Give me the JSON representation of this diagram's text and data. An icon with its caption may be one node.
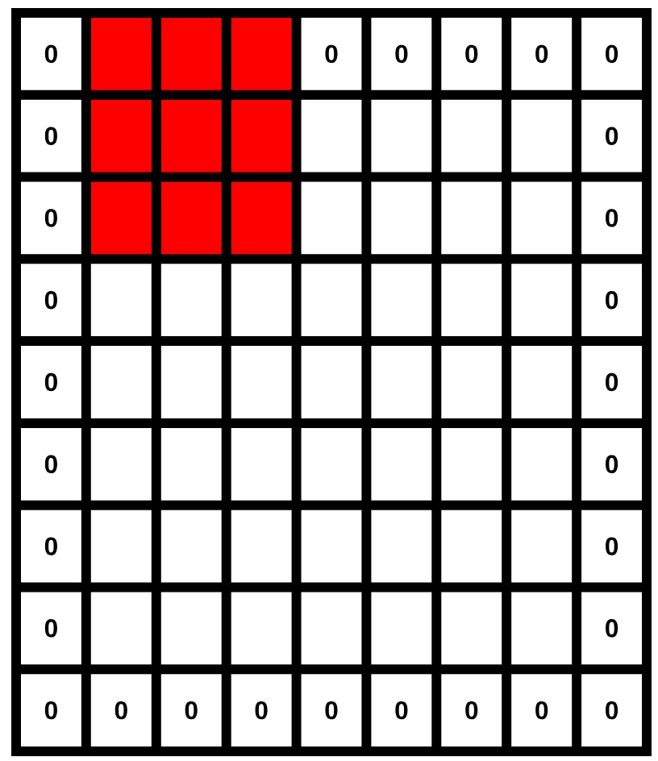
{
  "diagram": {
    "labels": [
      "0",
      "0",
      "0",
      "0",
      "0",
      "0",
      "0",
      "0",
      "0",
      "0",
      "0",
      "0",
      "0",
      "0",
      "0",
      "0",
      "0",
      "0",
      "0",
      "0",
      "0",
      "0",
      "0",
      "0",
      "0",
      "0",
      "0",
      "0",
      "0"
    ]
  }
}
